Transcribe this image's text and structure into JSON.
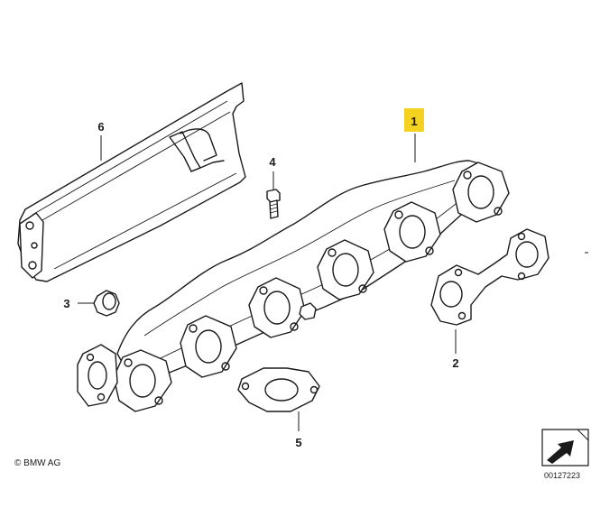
{
  "callouts": [
    {
      "id": "1",
      "label": "1",
      "highlighted": true
    },
    {
      "id": "2",
      "label": "2",
      "highlighted": false
    },
    {
      "id": "3",
      "label": "3",
      "highlighted": false
    },
    {
      "id": "4",
      "label": "4",
      "highlighted": false
    },
    {
      "id": "5",
      "label": "5",
      "highlighted": false
    },
    {
      "id": "6",
      "label": "6",
      "highlighted": false
    }
  ],
  "footer": {
    "copyright": "© BMW AG",
    "diagram_number": "00127223"
  },
  "colors": {
    "highlight": "#f4d21f",
    "line": "#1a1a1a",
    "background": "#ffffff"
  },
  "icons": {
    "corner": "arrow-corner-icon"
  }
}
